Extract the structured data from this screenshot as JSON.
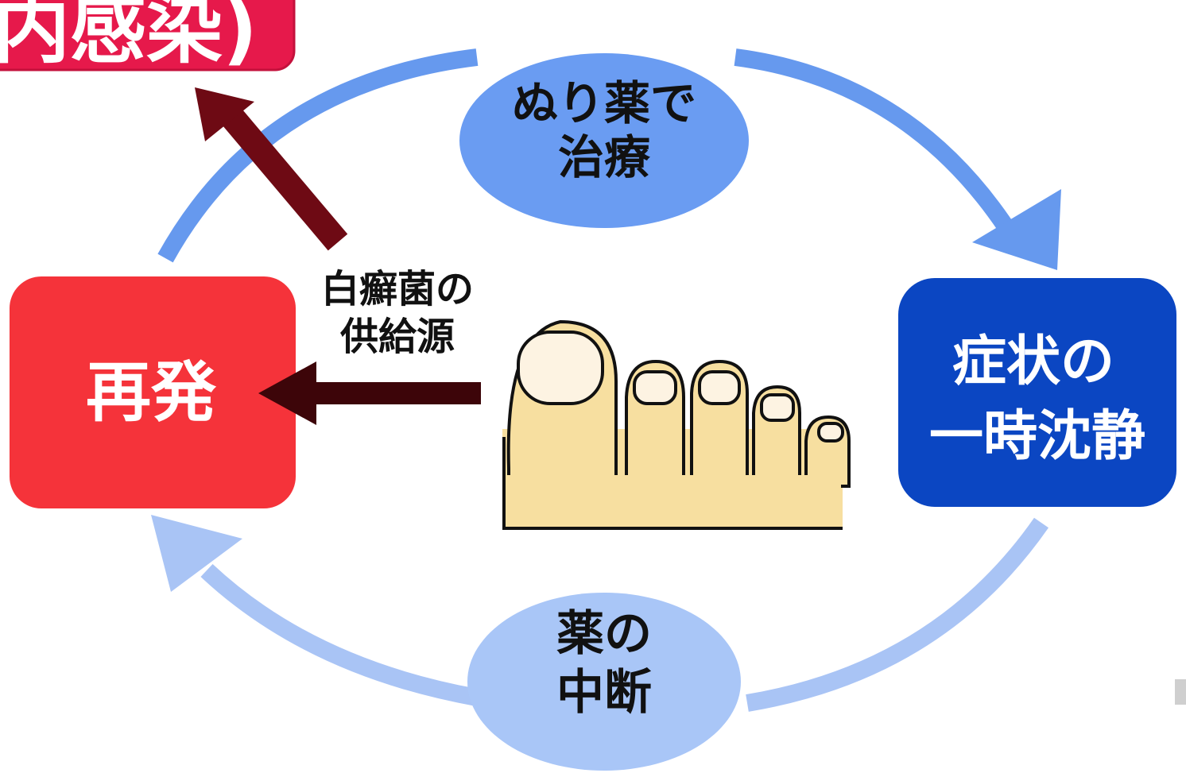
{
  "colors": {
    "cycle_arrow_top": "#6699ee",
    "cycle_arrow_bottom": "#a9c4f5",
    "treat_bubble": "#6a9cf2",
    "pause_bubble": "#a9c6f7",
    "recurrence_box": "#f5333a",
    "remission_box": "#0b46c2",
    "cutoff_label_bg": "#e6194b",
    "dark_arrow": "#6e0a14",
    "dark_arrow_left": "#3d0509",
    "foot_skin": "#f7dfa0",
    "nail": "#fdf3e2"
  },
  "cutoff_label": {
    "text": "内感染)"
  },
  "treat_bubble": {
    "line1": "ぬり薬で",
    "line2": "治療"
  },
  "remission_box": {
    "line1": "症状の",
    "line2": "一時沈静"
  },
  "pause_bubble": {
    "line1": "薬の",
    "line2": "中断"
  },
  "recurrence_box": {
    "label": "再発"
  },
  "source_label": {
    "line1": "白癬菌の",
    "line2": "供給源"
  },
  "foot_illustration": {
    "icon": "toes-with-nails-illustration"
  }
}
